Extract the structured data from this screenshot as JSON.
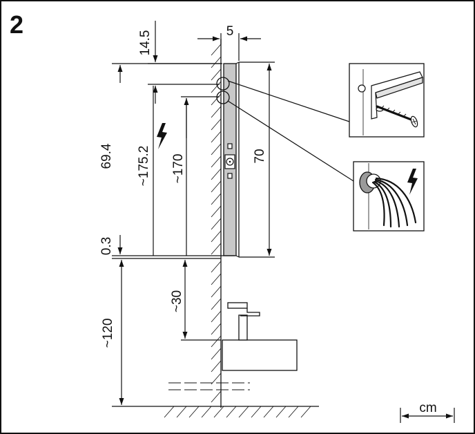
{
  "step_number": "2",
  "dimensions": {
    "top_offset": "14.5",
    "panel_depth": "5",
    "upper_height": "69.4",
    "height_175": "~175.2",
    "height_170": "~170",
    "panel_height": "70",
    "gap": "0.3",
    "above_sink": "~30",
    "sink_height": "~120"
  },
  "unit_label": "cm",
  "icons": [
    "panel-frame-icon",
    "wall-bracket-screw-icon",
    "power-cable-icon",
    "electric-hazard-icon",
    "power-socket-icon"
  ],
  "colors": {
    "line": "#111111",
    "panel_fill": "#c8c8c8",
    "background": "#ffffff"
  }
}
